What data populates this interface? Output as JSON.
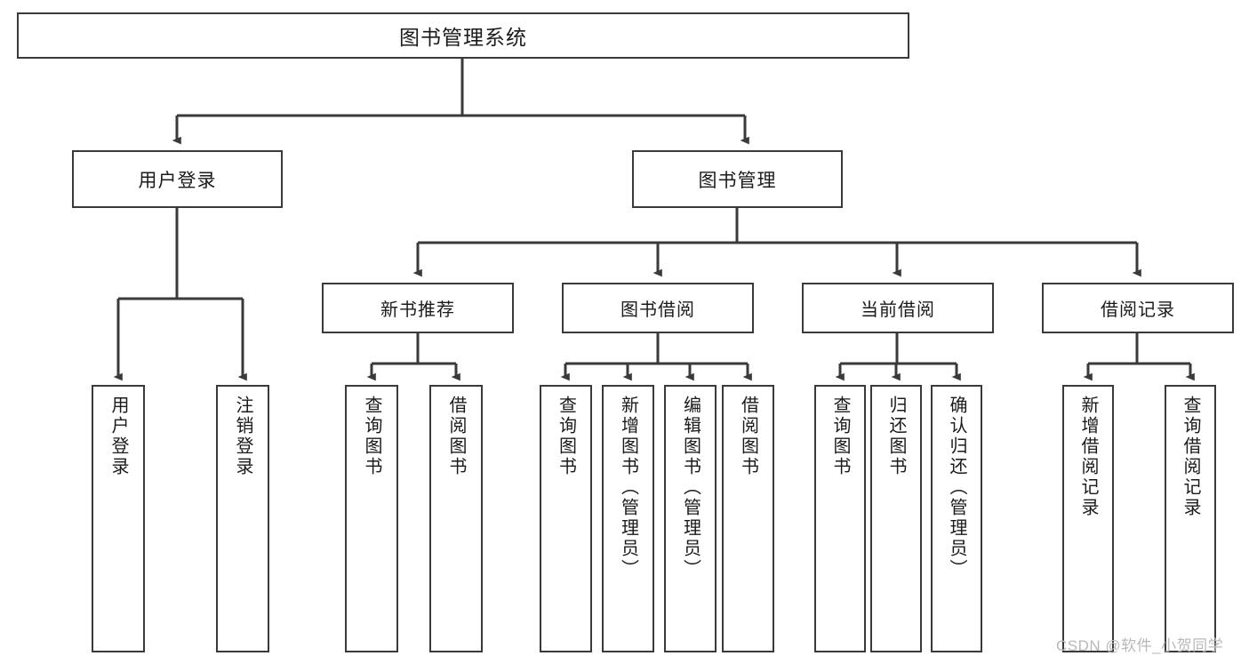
{
  "diagram": {
    "title": "图书管理系统",
    "type": "tree-hierarchy-chart",
    "stroke_color": "#3a3a3a",
    "fill_color": "#ffffff",
    "text_color": "#1b1b1b"
  },
  "root": {
    "label": "图书管理系统"
  },
  "level2": [
    {
      "label": "用户登录"
    },
    {
      "label": "图书管理"
    }
  ],
  "level3": [
    {
      "label": "新书推荐"
    },
    {
      "label": "图书借阅"
    },
    {
      "label": "当前借阅"
    },
    {
      "label": "借阅记录"
    }
  ],
  "leaves": {
    "user_login": [
      {
        "label": "用户登录"
      },
      {
        "label": "注销登录"
      }
    ],
    "new_book": [
      {
        "label": "查询图书"
      },
      {
        "label": "借阅图书"
      }
    ],
    "book_borrow": [
      {
        "label": "查询图书"
      },
      {
        "label": "新增图书（管理员）"
      },
      {
        "label": "编辑图书（管理员）"
      },
      {
        "label": "借阅图书"
      }
    ],
    "current_borrow": [
      {
        "label": "查询图书"
      },
      {
        "label": "归还图书"
      },
      {
        "label": "确认归还（管理员）"
      }
    ],
    "borrow_record": [
      {
        "label": "新增借阅记录"
      },
      {
        "label": "查询借阅记录"
      }
    ]
  },
  "watermark": {
    "text": "CSDN @软件_小贺同学",
    "color": "#b9b9b9"
  }
}
